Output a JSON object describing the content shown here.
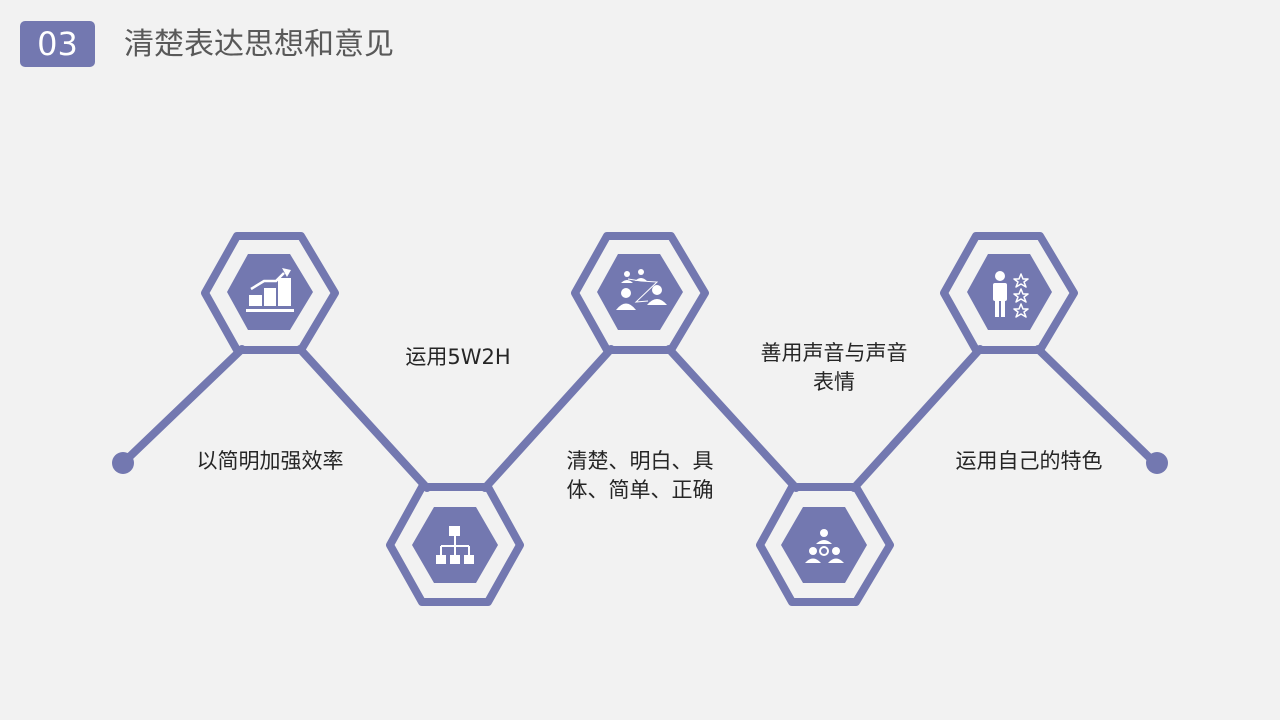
{
  "header": {
    "number": "03",
    "title": "清楚表达思想和意见"
  },
  "colors": {
    "accent": "#7378b0",
    "text": "#262626",
    "title": "#595959",
    "background": "#f2f2f2"
  },
  "steps": [
    {
      "icon": "growth-chart-icon",
      "label": "以简明加强效率"
    },
    {
      "icon": "org-chart-icon",
      "label": "运用5W2H"
    },
    {
      "icon": "team-network-icon",
      "label_lines": [
        "清楚、明白、具",
        "体、简单、正确"
      ]
    },
    {
      "icon": "team-money-icon",
      "label_lines": [
        "善用声音与声音",
        "表情"
      ]
    },
    {
      "icon": "businessman-stars-icon",
      "label": "运用自己的特色"
    }
  ]
}
